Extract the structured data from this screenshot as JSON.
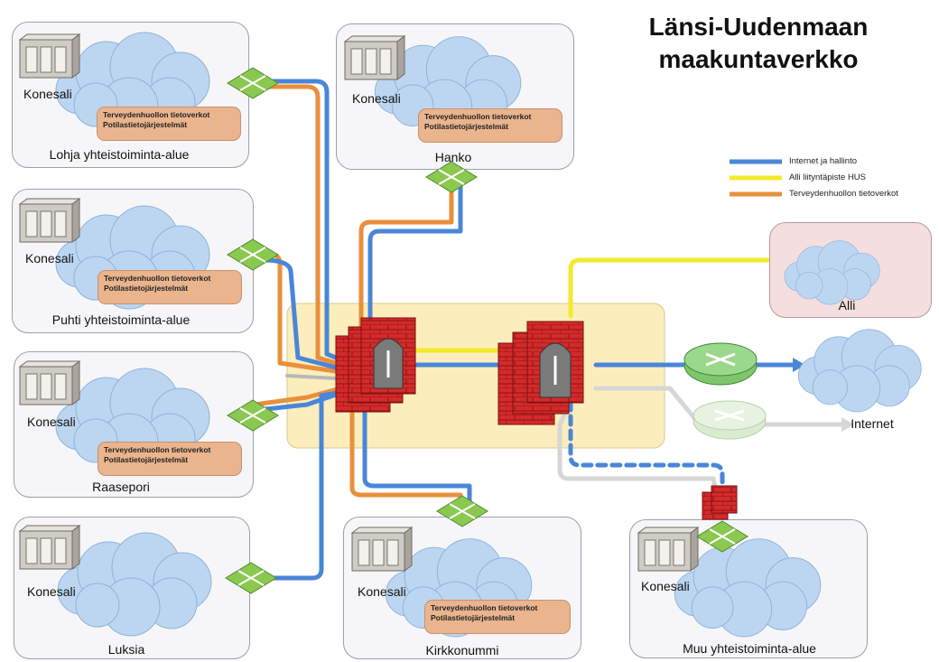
{
  "title": {
    "line1": "Länsi-Uudenmaan",
    "line2": "maakuntaverkko"
  },
  "legend": [
    {
      "label": "Internet ja hallinto",
      "color": "#4a86d8"
    },
    {
      "label": "Alli liityntäpiste HUS",
      "color": "#f2ea2a"
    },
    {
      "label": "Terveydenhuollon tietoverkot",
      "color": "#e98f3b"
    }
  ],
  "nodes": {
    "lohja": {
      "konesali": "Konesali",
      "name": "Lohja yhteistoiminta-alue",
      "net1": "Terveydenhuollon tietoverkot",
      "net2": "Potilastietojärjestelmät"
    },
    "hanko": {
      "konesali": "Konesali",
      "name": "Hanko",
      "net1": "Terveydenhuollon tietoverkot",
      "net2": "Potilastietojärjestelmät"
    },
    "puhti": {
      "konesali": "Konesali",
      "name": "Puhti yhteistoiminta-alue",
      "net1": "Terveydenhuollon tietoverkot",
      "net2": "Potilastietojärjestelmät"
    },
    "raasepori": {
      "konesali": "Konesali",
      "name": "Raasepori",
      "net1": "Terveydenhuollon tietoverkot",
      "net2": "Potilastietojärjestelmät"
    },
    "luksia": {
      "konesali": "Konesali",
      "name": "Luksia"
    },
    "kirkkonummi": {
      "konesali": "Konesali",
      "name": "Kirkkonummi",
      "net1": "Terveydenhuollon tietoverkot",
      "net2": "Potilastietojärjestelmät"
    },
    "muu": {
      "konesali": "Konesali",
      "name": "Muu yhteistoiminta-alue"
    },
    "alli": {
      "name": "Alli"
    },
    "internet": {
      "name": "Internet"
    }
  }
}
